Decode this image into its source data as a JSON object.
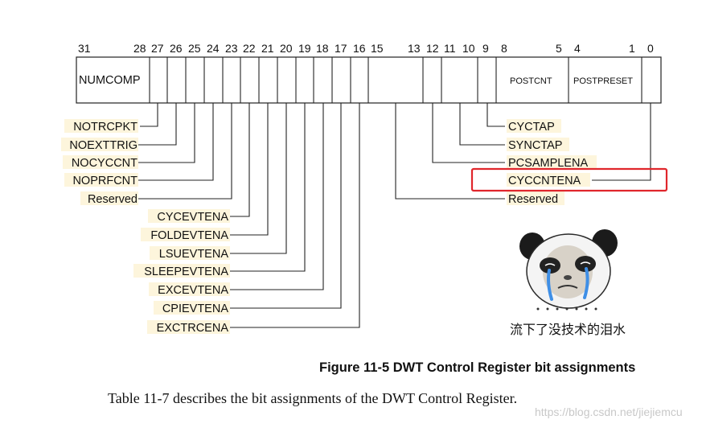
{
  "bit_numbers": [
    "31",
    "28",
    "27",
    "26",
    "25",
    "24",
    "23",
    "22",
    "21",
    "20",
    "19",
    "18",
    "17",
    "16",
    "15",
    "13",
    "12",
    "11",
    "10",
    "9",
    "8",
    "5",
    "4",
    "1",
    "0"
  ],
  "register_fields": {
    "numcomp": "NUMCOMP",
    "postcnt": "POSTCNT",
    "postpreset": "POSTPRESET"
  },
  "left_labels": [
    "NOTRCPKT",
    "NOEXTTRIG",
    "NOCYCCNT",
    "NOPRFCNT",
    "Reserved",
    "CYCEVTENA",
    "FOLDEVTENA",
    "LSUEVTENA",
    "SLEEPEVTENA",
    "EXCEVTENA",
    "CPIEVTENA",
    "EXCTRCENA"
  ],
  "right_labels": [
    "CYCTAP",
    "SYNCTAP",
    "PCSAMPLENA",
    "CYCCNTENA",
    "Reserved"
  ],
  "highlight": {
    "label": "CYCCNTENA",
    "color": "#e0262c"
  },
  "meme": {
    "caption": "流下了没技术的泪水"
  },
  "caption": "Figure 11-5 DWT Control Register bit assignments",
  "body_text": "Table 11-7 describes the bit assignments of the DWT Control Register.",
  "watermark": "https://blog.csdn.net/jiejiemcu"
}
